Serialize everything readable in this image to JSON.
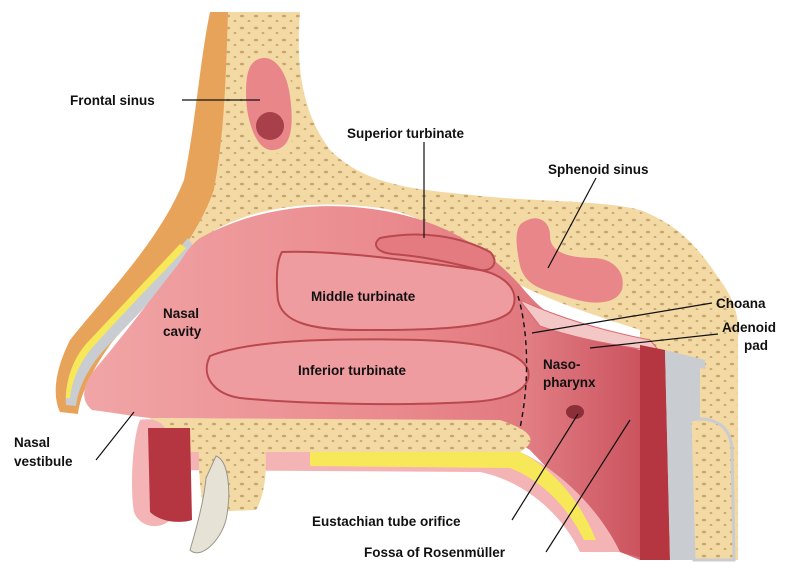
{
  "labels": {
    "frontal_sinus": "Frontal sinus",
    "superior_turbinate": "Superior turbinate",
    "sphenoid_sinus": "Sphenoid sinus",
    "nasal_cavity_1": "Nasal",
    "nasal_cavity_2": "cavity",
    "middle_turbinate": "Middle turbinate",
    "inferior_turbinate": "Inferior turbinate",
    "choana": "Choana",
    "adenoid_pad_1": "Adenoid",
    "adenoid_pad_2": "pad",
    "nasopharynx_1": "Naso-",
    "nasopharynx_2": "pharynx",
    "nasal_vestibule_1": "Nasal",
    "nasal_vestibule_2": "vestibule",
    "eustachian_tube_orifice": "Eustachian tube orifice",
    "fossa_of_rosenmuller": "Fossa of Rosenmüller"
  },
  "colors": {
    "bone": "#f3d9a4",
    "bone_dots": "#c9a56d",
    "mucosa": "#e9868a",
    "mucosa_light": "#f4b3b4",
    "mucosa_dark": "#b9484f",
    "skin_orange": "#e8a35a",
    "cartilage": "#c9ccd0",
    "fat_yellow": "#f7e85a",
    "muscle": "#b53540",
    "tooth": "#e6e2d6"
  }
}
